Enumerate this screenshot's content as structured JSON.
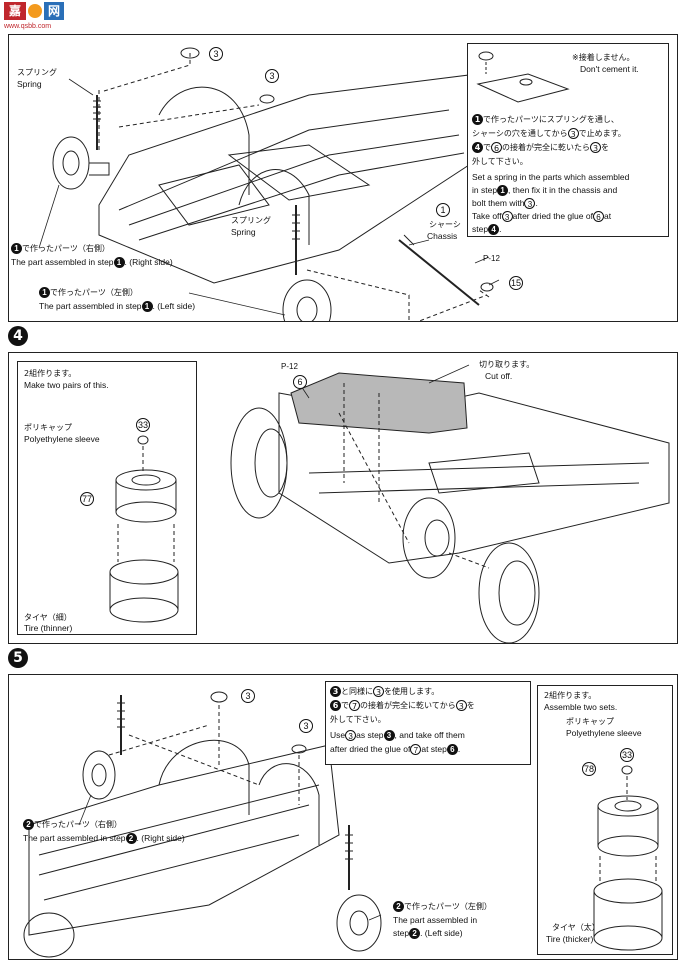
{
  "watermark": {
    "site": "www.qsbb.com"
  },
  "steps": {
    "s4": "4",
    "s5": "5"
  },
  "step3": {
    "spring_jp": "スプリング",
    "spring_en": "Spring",
    "spring2_jp": "スプリング",
    "spring2_en": "Spring",
    "part3_a": "3",
    "part3_b": "3",
    "chassis_num": "1",
    "chassis_jp": "シャーシ",
    "chassis_en": "Chassis",
    "p12": "P-12",
    "part15": "15",
    "right_jp": "で作ったパーツ（右側）",
    "right_en": "The part assembled in step",
    "right_en2": ". (Right side)",
    "left_jp": "で作ったパーツ（左側）",
    "left_en": "The part assembled in step",
    "left_en2": ". (Left side)",
    "note": {
      "no_cement_jp": "※接着しません。",
      "no_cement_en": "Don't cement it.",
      "jp1": "で作ったパーツにスプリングを通し、",
      "jp2": "シャーシの穴を通してから",
      "jp2b": "で止めます。",
      "jp3": "で",
      "jp3b": "の接着が完全に乾いたら",
      "jp3c": "を",
      "jp4": "外して下さい。",
      "en1": "Set a spring in the parts which assembled",
      "en2": "in step",
      "en2b": ", then fix it in the chassis and",
      "en3": "bolt them with",
      "en4": "Take off",
      "en4b": "after dried the glue of",
      "en4c": "at",
      "en5": "step"
    }
  },
  "step4": {
    "two_jp": "2組作ります。",
    "two_en": "Make two pairs of this.",
    "cap_jp": "ポリキャップ",
    "cap_en": "Polyethylene sleeve",
    "part77": "77",
    "part33": "33",
    "tire_jp": "タイヤ（細）",
    "tire_en": "Tire (thinner)",
    "p12": "P-12",
    "part6": "6",
    "cut_jp": "切り取ります。",
    "cut_en": "Cut off."
  },
  "step5": {
    "part3_a": "3",
    "part3_b": "3",
    "right_jp": "で作ったパーツ（右側）",
    "right_en": "The part assembled in step",
    "right_en2": ". (Right side)",
    "left_jp": "で作ったパーツ（左側）",
    "left_en1": "The part assembled in",
    "left_en2": "step",
    "left_en3": ". (Left side)",
    "note": {
      "jp1": "と同様に",
      "jp1b": "を使用します。",
      "jp2": "で",
      "jp2b": "の接着が完全に乾いてから",
      "jp2c": "を",
      "jp3": "外して下さい。",
      "en1": "Use",
      "en1b": "as step",
      "en1c": ", and take off them",
      "en2": "after dried the glue of",
      "en2b": "at step"
    },
    "side": {
      "two_jp": "2組作ります。",
      "two_en": "Assemble two sets.",
      "cap_jp": "ポリキャップ",
      "cap_en": "Polyethylene sleeve",
      "part33": "33",
      "part78": "78",
      "tire_jp": "タイヤ（太）",
      "tire_en": "Tire (thicker)"
    }
  }
}
